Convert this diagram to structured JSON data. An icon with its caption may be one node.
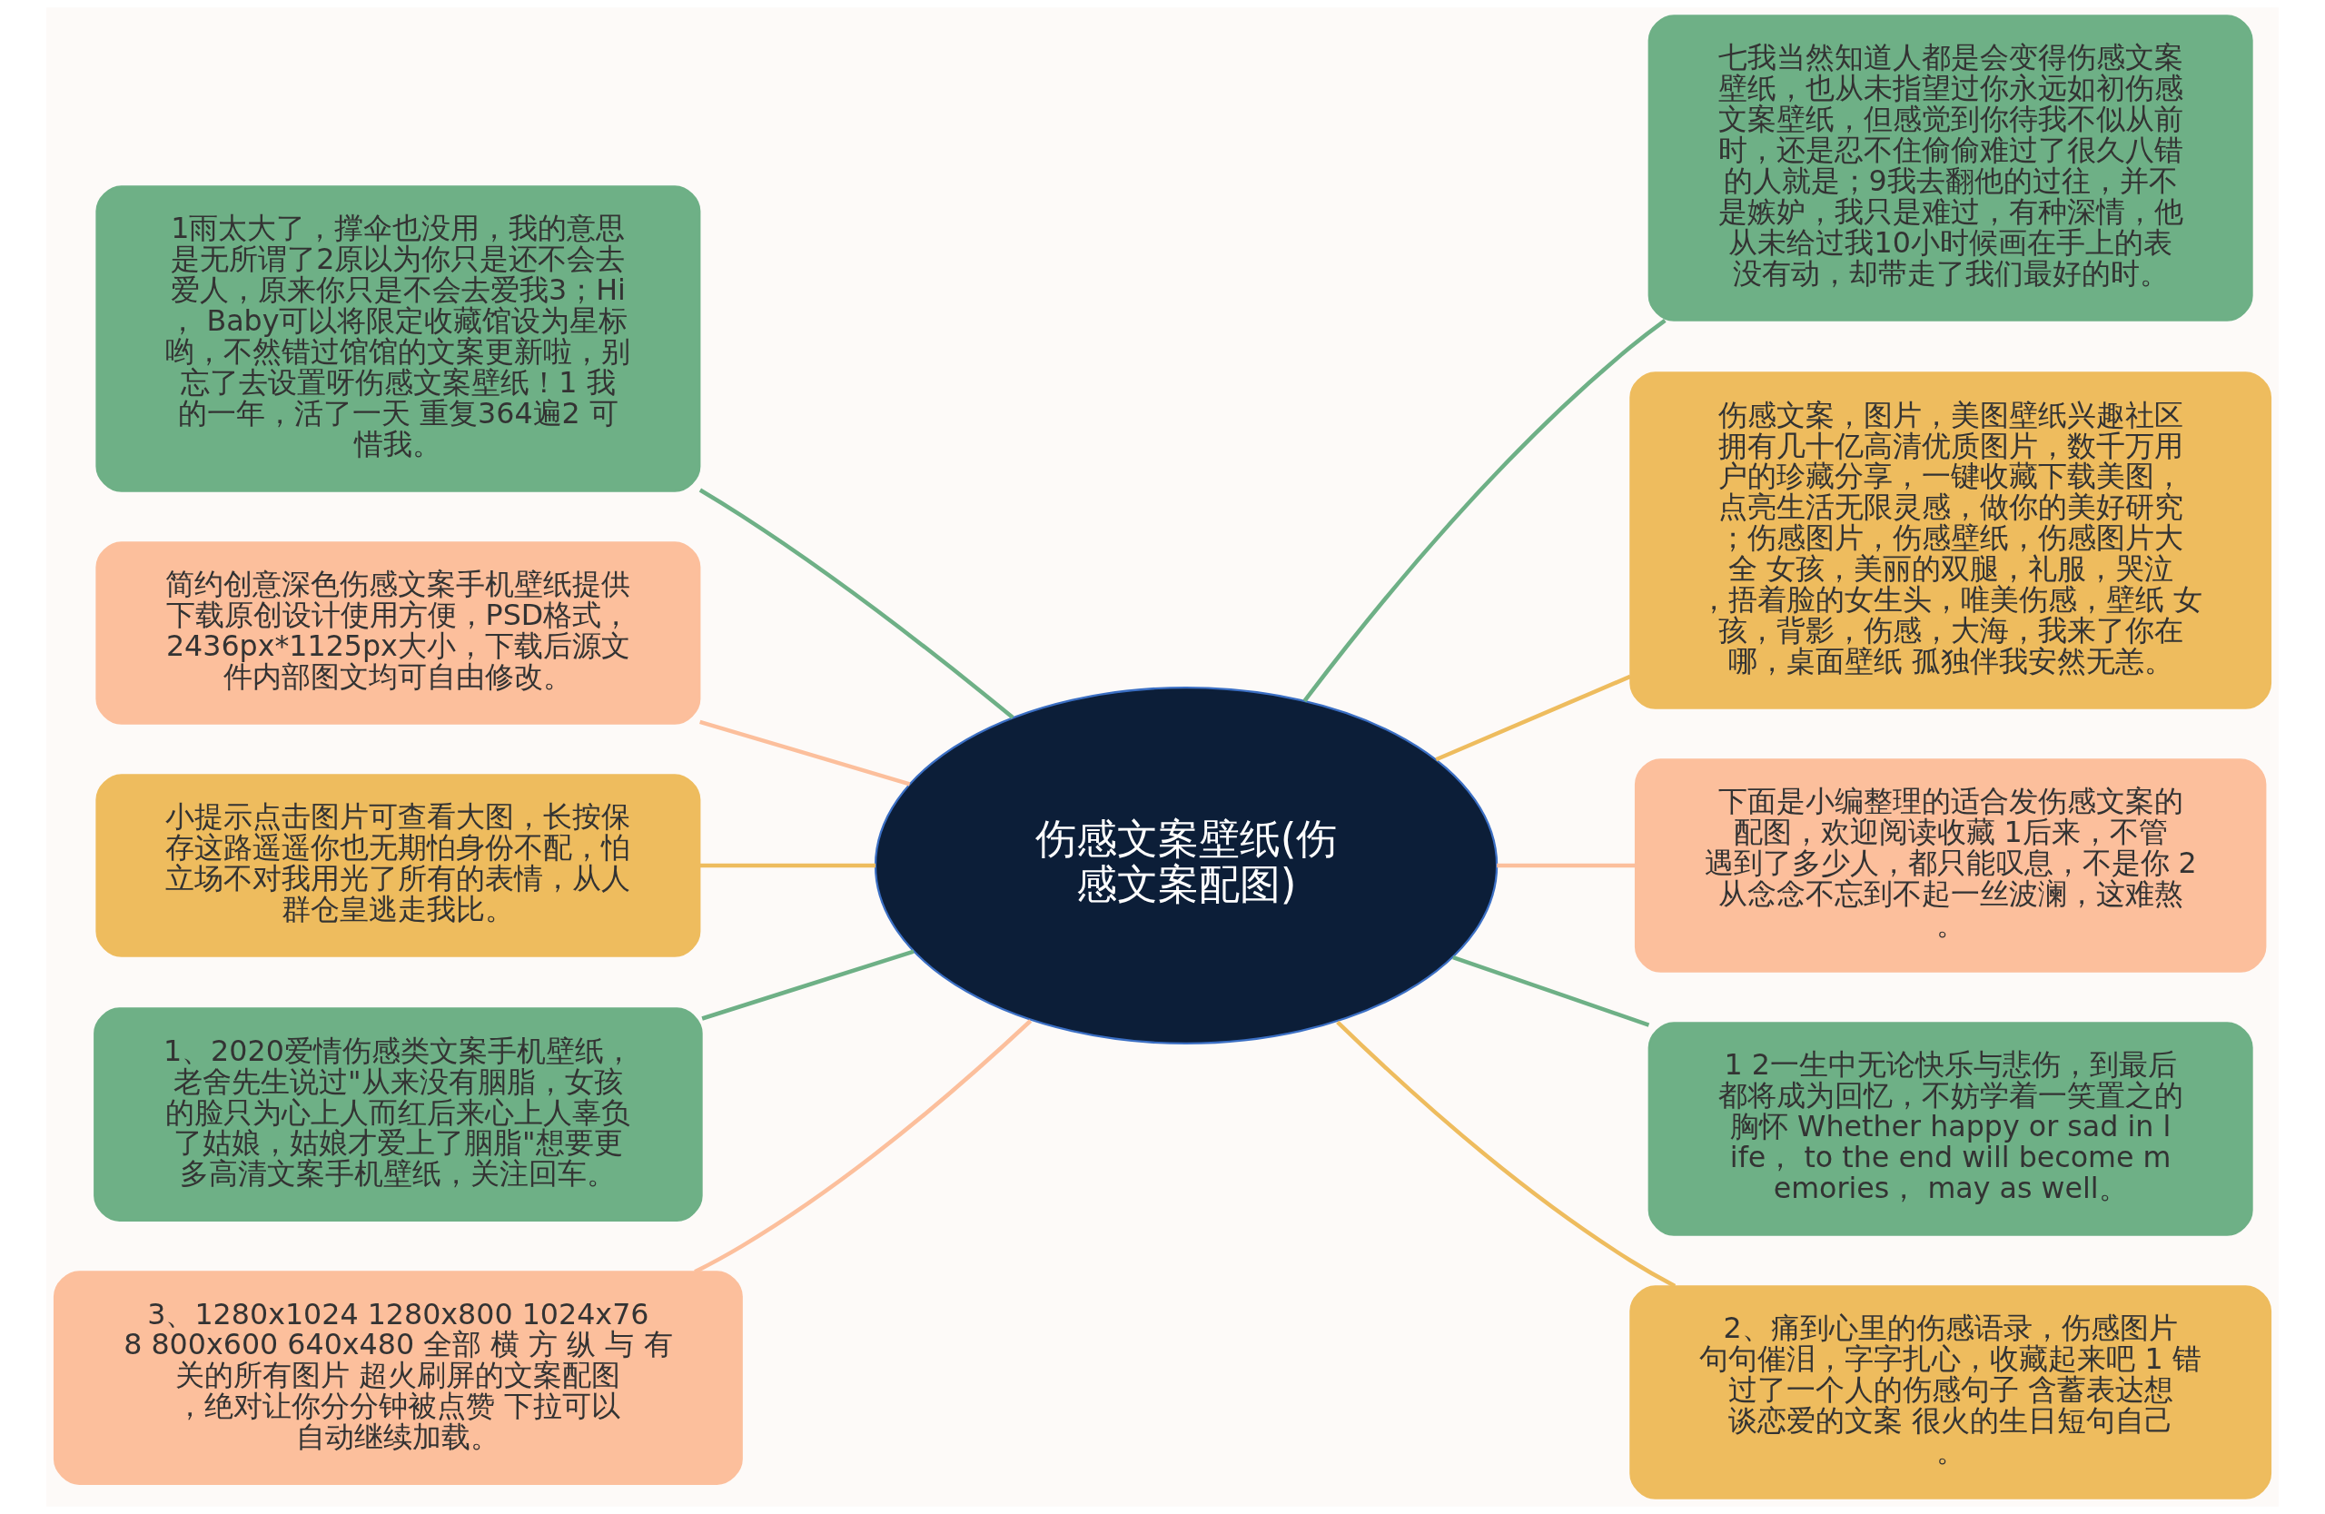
{
  "diagram": {
    "nodes": [
      {
        "text": [
          "伤感文案壁纸(伤感文案配图)"
        ]
      },
      {
        "text": [
          "1雨太大了，撑伞也没用，我的意思是无所谓了2原以为你只是还不会去爱人，原来你只是不会去爱我3；Hi， Baby可以将限定收藏馆设为星标哟，不然错过馆馆的文案更新啦，别忘了去设置呀伤感文案壁纸！1 我的一年，活了一天 重复364遍2 可惜我。"
        ]
      },
      {
        "text": [
          "简约创意深色伤感文案手机壁纸提供下载原创设计使用方便，PSD格式，2436px*1125px大小，下载后源文件内部图文均可自由修改。"
        ]
      },
      {
        "text": [
          "小提示点击图片可查看大图，长按保存这路遥遥你也无期怕身份不配，怕立场不对我用光了所有的表情，从人群仓皇逃走我比。"
        ]
      },
      {
        "text": [
          "1、2020爱情伤感类文案手机壁纸，老舍先生说过\"从来没有胭脂，女孩的脸只为心上人而红后来心上人辜负了姑娘，姑娘才爱上了胭脂\"想要更多高清文案手机壁纸，关注回车。"
        ]
      },
      {
        "text": [
          "3、1280x1024 1280x800 1024x768 800x600 640x480 全部 横 方 纵 与 有关的所有图片 超火刷屏的文案配图，绝对让你分分钟被点赞 下拉可以自动继续加载。"
        ]
      },
      {
        "text": [
          "七我当然知道人都是会变得伤感文案壁纸，也从未指望过你永远如初伤感文案壁纸，但感觉到你待我不似从前时，还是忍不住偷偷难过了很久八错的人就是；9我去翻他的过往，并不是嫉妒，我只是难过，有种深情，他从未给过我10小时候画在手上的表没有动，却带走了我们最好的时。"
        ]
      },
      {
        "text": [
          "伤感文案，图片，美图壁纸兴趣社区拥有几十亿高清优质图片，数千万用户的珍藏分享，一键收藏下载美图，点亮生活无限灵感，做你的美好研究；伤感图片，伤感壁纸，伤感图片大全 女孩，美丽的双腿，礼服，哭泣，捂着脸的女生头，唯美伤感，壁纸 女孩，背影，伤感，大海，我来了你在哪，桌面壁纸 孤独伴我安然无恙。"
        ]
      },
      {
        "text": [
          "下面是小编整理的适合发伤感文案的配图，欢迎阅读收藏 1后来，不管遇到了多少人，都只能叹息，不是你 2从念念不忘到不起一丝波澜，这难熬。"
        ]
      },
      {
        "text": [
          "1 2一生中无论快乐与悲伤，到最后都将成为回忆，不妨学着一笑置之的胸怀 Whether happy or sad in life， to the end will become memories， may as well。"
        ]
      },
      {
        "text": [
          "2、痛到心里的伤感语录，伤感图片句句催泪，字字扎心，收藏起来吧 1 错过了一个人的伤感句子 含蓄表达想谈恋爱的文案 很火的生日短句自己。"
        ]
      }
    ],
    "edges": [
      {
        "from": 0,
        "to": 1,
        "arrow": "none"
      },
      {
        "from": 0,
        "to": 2,
        "arrow": "none",
        "color": "#fcbf9c"
      },
      {
        "from": 0,
        "to": 3,
        "arrow": "none",
        "color": "#eebc5e"
      },
      {
        "from": 0,
        "to": 4,
        "arrow": "none"
      },
      {
        "from": 0,
        "to": 5,
        "arrow": "none",
        "color": "#fcbf9c"
      },
      {
        "from": 0,
        "to": 6,
        "arrow": "none"
      },
      {
        "from": 0,
        "to": 7,
        "arrow": "none",
        "color": "#eebc5e"
      },
      {
        "from": 0,
        "to": 8,
        "arrow": "none",
        "color": "#fcbf9c"
      },
      {
        "from": 0,
        "to": 9,
        "arrow": "none"
      },
      {
        "from": 0,
        "to": 10,
        "arrow": "none",
        "color": "#eebc5e"
      }
    ]
  }
}
